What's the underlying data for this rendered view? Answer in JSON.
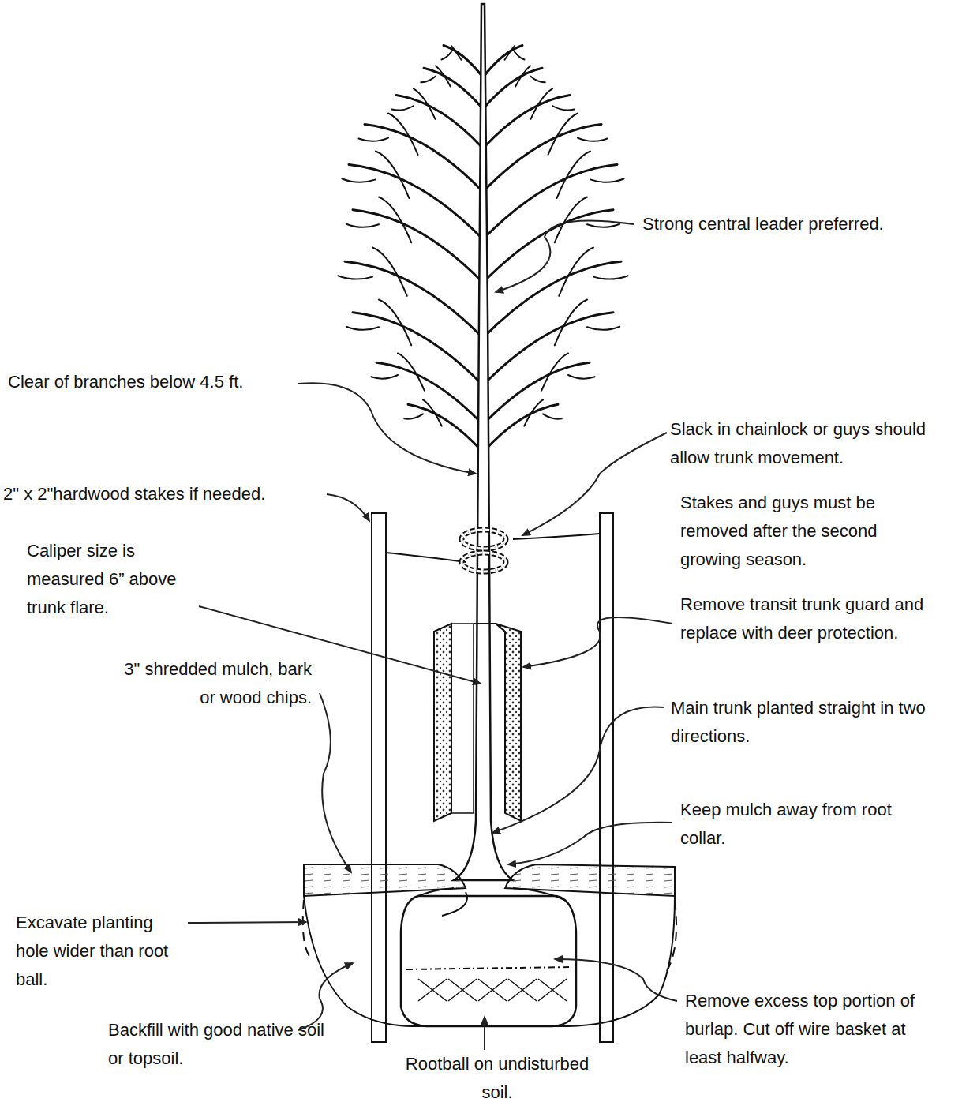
{
  "diagram": {
    "labels": [
      "Strong central leader preferred.",
      "Clear of branches below 4.5 ft.",
      "Slack in chainlock or guys should allow trunk movement.",
      "2\" x 2\"hardwood stakes if needed.",
      "Stakes and guys must be removed after the second growing season.",
      "Caliper size is measured 6” above trunk flare.",
      "Remove transit trunk guard and replace with deer protection.",
      "3\" shredded mulch, bark or wood chips.",
      "Main trunk planted straight in two directions.",
      "Keep mulch away from root collar.",
      "Excavate planting hole wider than root ball.",
      "Remove excess top portion of burlap. Cut off wire basket at least halfway.",
      "Backfill with good native soil or topsoil.",
      "Rootball on undisturbed soil."
    ]
  }
}
